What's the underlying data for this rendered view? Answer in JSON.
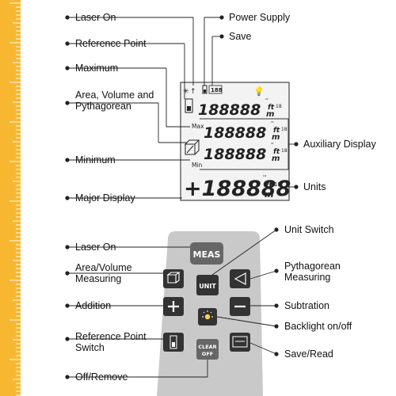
{
  "top_labels": {
    "laser_on": "Laser On",
    "reference_point": "Reference Point",
    "maximum": "Maximum",
    "area_volume_pythagorean_1": "Area, Volume and",
    "area_volume_pythagorean_2": "Pythagorean",
    "minimum": "Minimum",
    "major_display": "Major Display",
    "power_supply": "Power Supply",
    "save": "Save",
    "auxiliary_display": "Auxiliary Display",
    "units": "Units"
  },
  "lcd": {
    "max_label": "Max",
    "min_label": "Min",
    "digits": "188888",
    "digits_major": "+188888",
    "unit_ft": "ft",
    "unit_m": "m",
    "sup": "''",
    "frac": "18",
    "counter": "188"
  },
  "bottom_labels": {
    "laser_on": "Laser On",
    "area_volume_1": "Area/Volume",
    "area_volume_2": "Measuring",
    "addition": "Addition",
    "reference_point_1": "Reference Point",
    "reference_point_2": "Switch",
    "off_remove": "Off/Remove",
    "unit_switch": "Unit Switch",
    "pythagorean_1": "Pythagorean",
    "pythagorean_2": "Measuring",
    "subtraction": "Subtration",
    "backlight": "Backlight on/off",
    "save_read": "Save/Read"
  },
  "buttons": {
    "meas": "MEAS",
    "unit": "UNIT",
    "clear_1": "CLEAR",
    "clear_2": "OFF"
  },
  "colors": {
    "ruler": "#f7b731",
    "device": "#c9c9c9",
    "button": "#333333",
    "meas_button": "#666666"
  }
}
